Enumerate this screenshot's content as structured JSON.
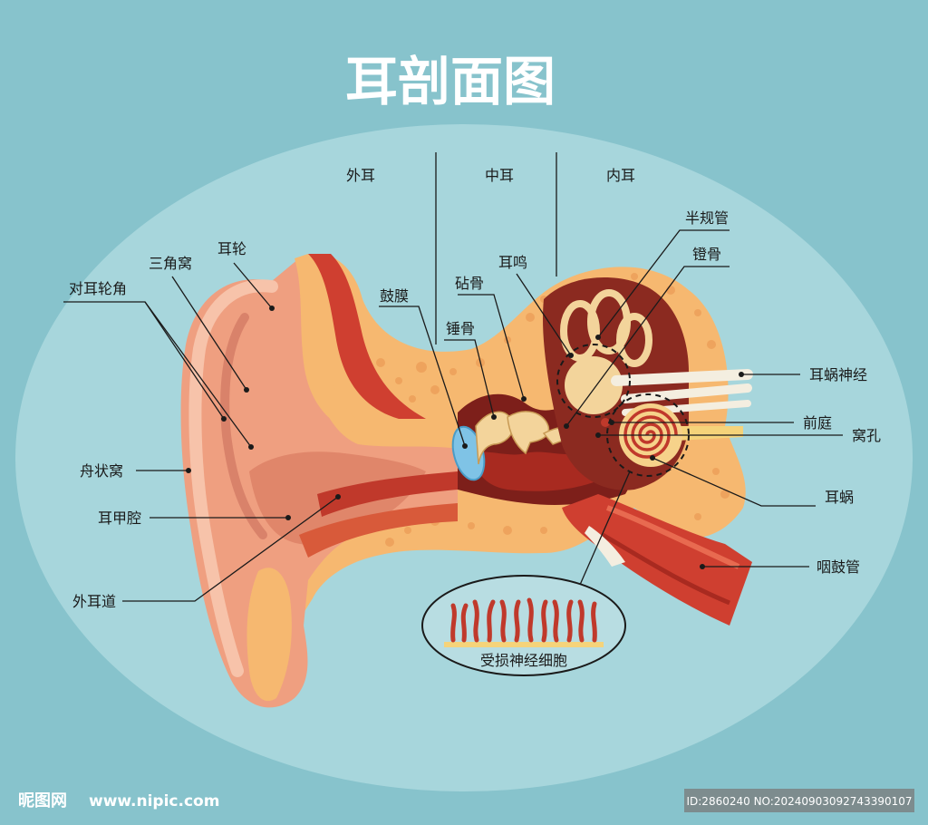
{
  "title": "耳剖面图",
  "sections": {
    "outer": "外耳",
    "middle": "中耳",
    "inner": "内耳"
  },
  "labels": {
    "semicircular_canals": "半规管",
    "tinnitus": "耳鸣",
    "stapes": "镫骨",
    "incus": "砧骨",
    "eardrum": "鼓膜",
    "malleus": "锤骨",
    "helix": "耳轮",
    "triangular_fossa": "三角窝",
    "antihelix_crura": "对耳轮角",
    "scaphoid_fossa": "舟状窝",
    "concha": "耳甲腔",
    "ear_canal": "外耳道",
    "cochlear_nerve": "耳蜗神经",
    "vestibule": "前庭",
    "round_window": "窝孔",
    "cochlea": "耳蜗",
    "eustachian_tube": "咽鼓管",
    "damaged_cells": "受损神经细胞"
  },
  "watermark": {
    "site_name": "昵图网",
    "url": "www.nipic.com",
    "id_text": "ID:2860240 NO:20240903092743390107"
  },
  "colors": {
    "background": "#87c3cc",
    "ellipse": "#a7d6dc",
    "skin": "#ef9f80",
    "bone": "#f6b870",
    "muscle": "#cf3f30",
    "dark_cavity": "#7d1f1a",
    "eardrum": "#7fc3e6"
  }
}
